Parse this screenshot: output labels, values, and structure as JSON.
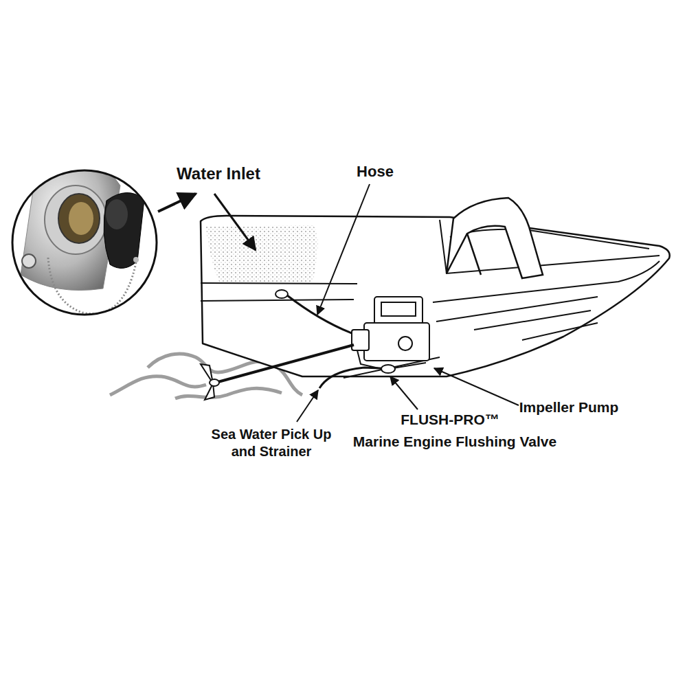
{
  "diagram": {
    "labels": [
      "Water Inlet",
      "Hose",
      "Impeller Pump",
      "FLUSH-PRO™",
      "Marine Engine Flushing Valve",
      "Sea Water Pick Up and Strainer"
    ]
  }
}
